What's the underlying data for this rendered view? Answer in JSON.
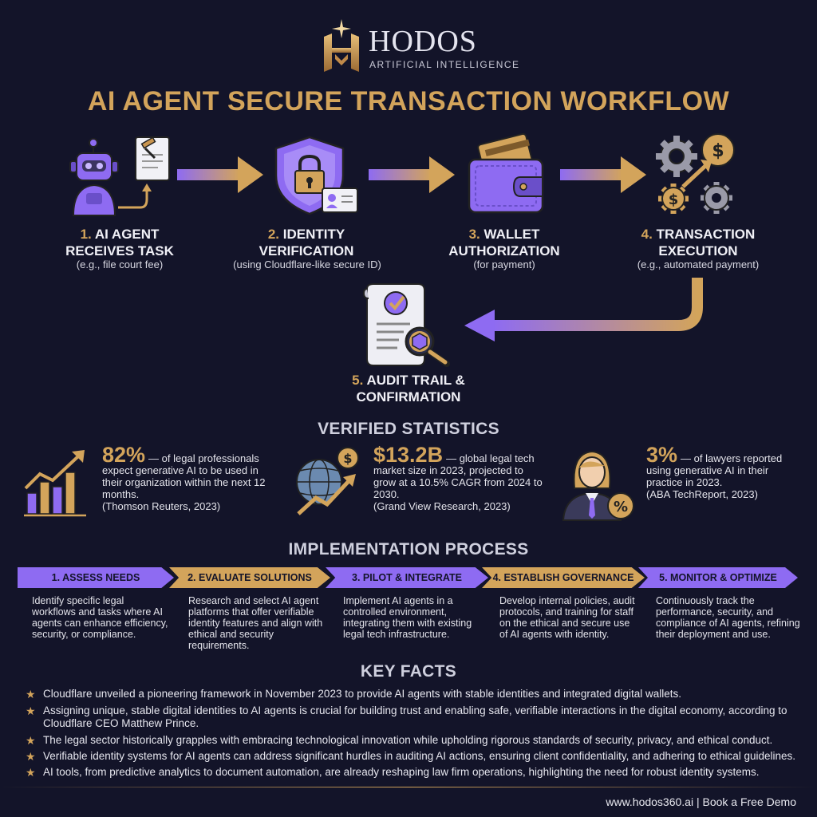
{
  "header": {
    "brand_name": "HODOS",
    "brand_tagline": "ARTIFICIAL INTELLIGENCE",
    "title": "AI AGENT SECURE TRANSACTION WORKFLOW"
  },
  "workflow": {
    "steps": [
      {
        "num": "1.",
        "line1": "AI AGENT",
        "line2": "RECEIVES TASK",
        "sub": "(e.g., file court fee)",
        "icon": "robot-icon"
      },
      {
        "num": "2.",
        "line1": "IDENTITY",
        "line2": "VERIFICATION",
        "sub": "(using Cloudflare-like secure ID)",
        "icon": "shield-lock-icon"
      },
      {
        "num": "3.",
        "line1": "WALLET",
        "line2": "AUTHORIZATION",
        "sub": "(for payment)",
        "icon": "wallet-icon"
      },
      {
        "num": "4.",
        "line1": "TRANSACTION",
        "line2": "EXECUTION",
        "sub": "(e.g., automated payment)",
        "icon": "gears-dollar-icon"
      },
      {
        "num": "5.",
        "line1": "AUDIT TRAIL &",
        "line2": "CONFIRMATION",
        "sub": "",
        "icon": "audit-document-icon"
      }
    ]
  },
  "stats": {
    "title": "VERIFIED STATISTICS",
    "items": [
      {
        "value": "82%",
        "text": "— of legal professionals expect generative AI to be used in their organization within the next 12 months.",
        "source": "(Thomson Reuters, 2023)",
        "icon": "bar-chart-growth-icon"
      },
      {
        "value": "$13.2B",
        "text": "— global legal tech market size in 2023, projected to grow at a 10.5% CAGR from 2024 to 2030.",
        "source": "(Grand View Research, 2023)",
        "icon": "globe-dollar-icon"
      },
      {
        "value": "3%",
        "text": "— of lawyers reported using generative AI in their practice in 2023.",
        "source": "(ABA TechReport, 2023)",
        "icon": "lawyer-percent-icon"
      }
    ]
  },
  "process": {
    "title": "IMPLEMENTATION PROCESS",
    "steps": [
      {
        "label": "1. ASSESS NEEDS",
        "desc": "Identify specific legal workflows and tasks where AI agents can enhance efficiency, security, or compliance."
      },
      {
        "label": "2. EVALUATE SOLUTIONS",
        "desc": "Research and select AI agent platforms that offer verifiable identity features and align with ethical and security requirements."
      },
      {
        "label": "3. PILOT & INTEGRATE",
        "desc": "Implement AI agents in a controlled environment, integrating them with existing legal tech infrastructure."
      },
      {
        "label": "4. ESTABLISH GOVERNANCE",
        "desc": "Develop internal policies, audit protocols, and training for staff on the ethical and secure use of AI agents with identity."
      },
      {
        "label": "5. MONITOR & OPTIMIZE",
        "desc": "Continuously track the performance, security, and compliance of AI agents, refining their deployment and use."
      }
    ]
  },
  "facts": {
    "title": "KEY FACTS",
    "items": [
      "Cloudflare unveiled a pioneering framework in November 2023 to provide AI agents with stable identities and integrated digital wallets.",
      "Assigning unique, stable digital identities to AI agents is crucial for building trust and enabling safe, verifiable interactions in the digital economy, according to Cloudflare CEO Matthew Prince.",
      "The legal sector historically grapples with embracing technological innovation while upholding rigorous standards of security, privacy, and ethical conduct.",
      "Verifiable identity systems for AI agents can address significant hurdles in auditing AI actions, ensuring client confidentiality, and adhering to ethical guidelines.",
      "AI tools, from predictive analytics to document automation, are already reshaping law firm operations, highlighting the need for robust identity systems."
    ]
  },
  "footer": {
    "text": "www.hodos360.ai | Book a Free Demo"
  },
  "colors": {
    "background": "#131429",
    "gold": "#d3a45b",
    "purple": "#8e6bf2"
  }
}
